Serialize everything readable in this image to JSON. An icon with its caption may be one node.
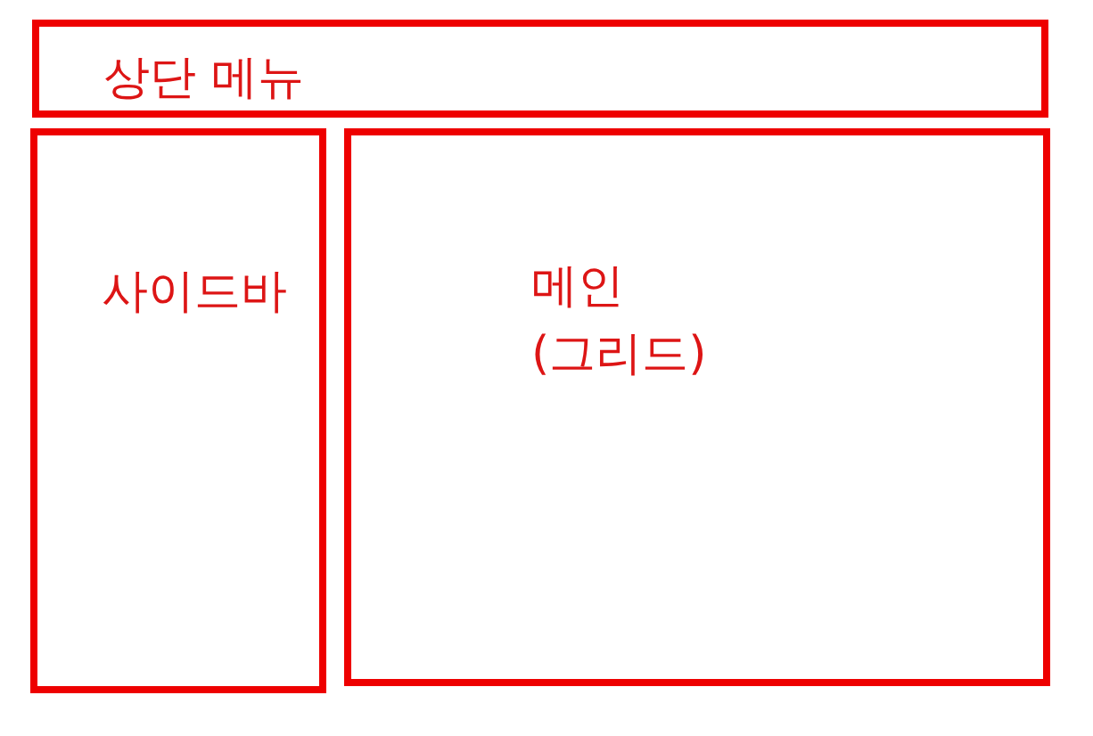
{
  "diagram": {
    "nodes": [
      {
        "text": [
          "상단 메뉴"
        ]
      },
      {
        "text": [
          "사이드바"
        ]
      },
      {
        "text": [
          "메인 (그리드)"
        ]
      }
    ]
  }
}
